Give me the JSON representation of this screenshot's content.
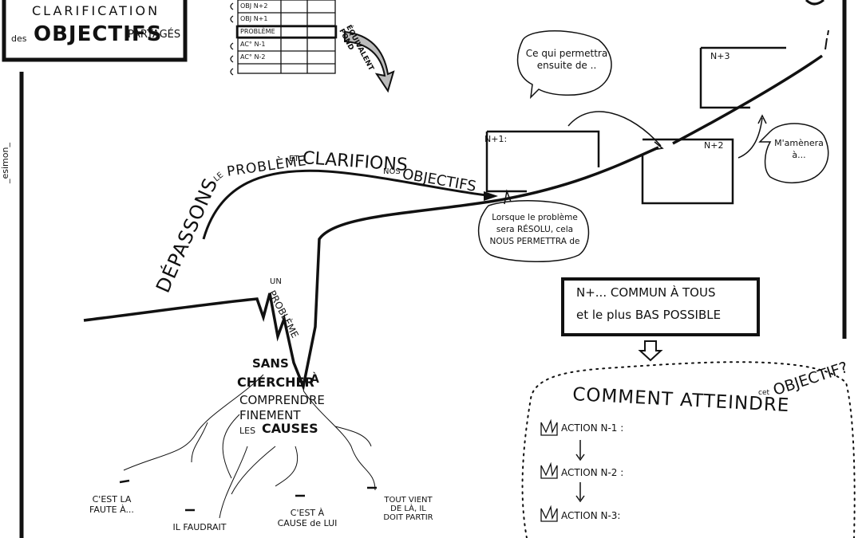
{
  "title": {
    "line1": "CLARIFICATION",
    "line2_prefix": "des",
    "line2_main": "OBJECTIFS",
    "line2_suffix": "PARTAGÉS"
  },
  "table": {
    "rows": [
      "OBJ N+2",
      "OBJ N+1",
      "PROBLÈME",
      "AC° N-1",
      "AC° N-2"
    ],
    "arrow_label": "ÉQUIVALENT FOND"
  },
  "signature": "_esimon_",
  "curve_title": {
    "w1": "DÉPASSONS",
    "w2": "LE",
    "w3": "PROBLÈME",
    "w4": "ET",
    "w5": "CLARIFIONS",
    "w6": "NOS",
    "w7": "OBJECTIFS"
  },
  "problem": {
    "un": "UN",
    "word": "PROBLÈME"
  },
  "root_text": {
    "l1": "SANS",
    "l2": "CHERCHER",
    "l2b": "À",
    "l3": "COMPRENDRE",
    "l4": "FINEMENT",
    "l5a": "LES",
    "l5b": "CAUSES"
  },
  "causes": [
    {
      "l1": "C'EST LA",
      "l2": "FAUTE À..."
    },
    {
      "l1": "IL FAUDRAIT",
      "l2": ""
    },
    {
      "l1": "C'EST À",
      "l2": "CAUSE de LUI"
    },
    {
      "l1": "TOUT VIENT",
      "l2": "DE LÀ, IL",
      "l3": "DOIT PARTIR"
    }
  ],
  "boxes": {
    "n1": "N+1:",
    "n2": "N+2",
    "n3": "N+3"
  },
  "bubbles": {
    "top": {
      "l1": "Ce qui permettra",
      "l2": "ensuite de .."
    },
    "right": {
      "l1": "M'amènera",
      "l2": "à..."
    },
    "bottom": {
      "l1": "Lorsque le problème",
      "l2": "sera RÉSOLU, cela",
      "l3": "NOUS PERMETTRA de"
    }
  },
  "common": {
    "l1": "N+... COMMUN À TOUS",
    "l2": "et le plus BAS POSSIBLE"
  },
  "question": {
    "main": "COMMENT ATTEINDRE",
    "small": "cet",
    "end": "OBJECTIF?"
  },
  "actions": [
    "ACTION N-1 :",
    "ACTION N-2 :",
    "ACTION N-3:"
  ]
}
